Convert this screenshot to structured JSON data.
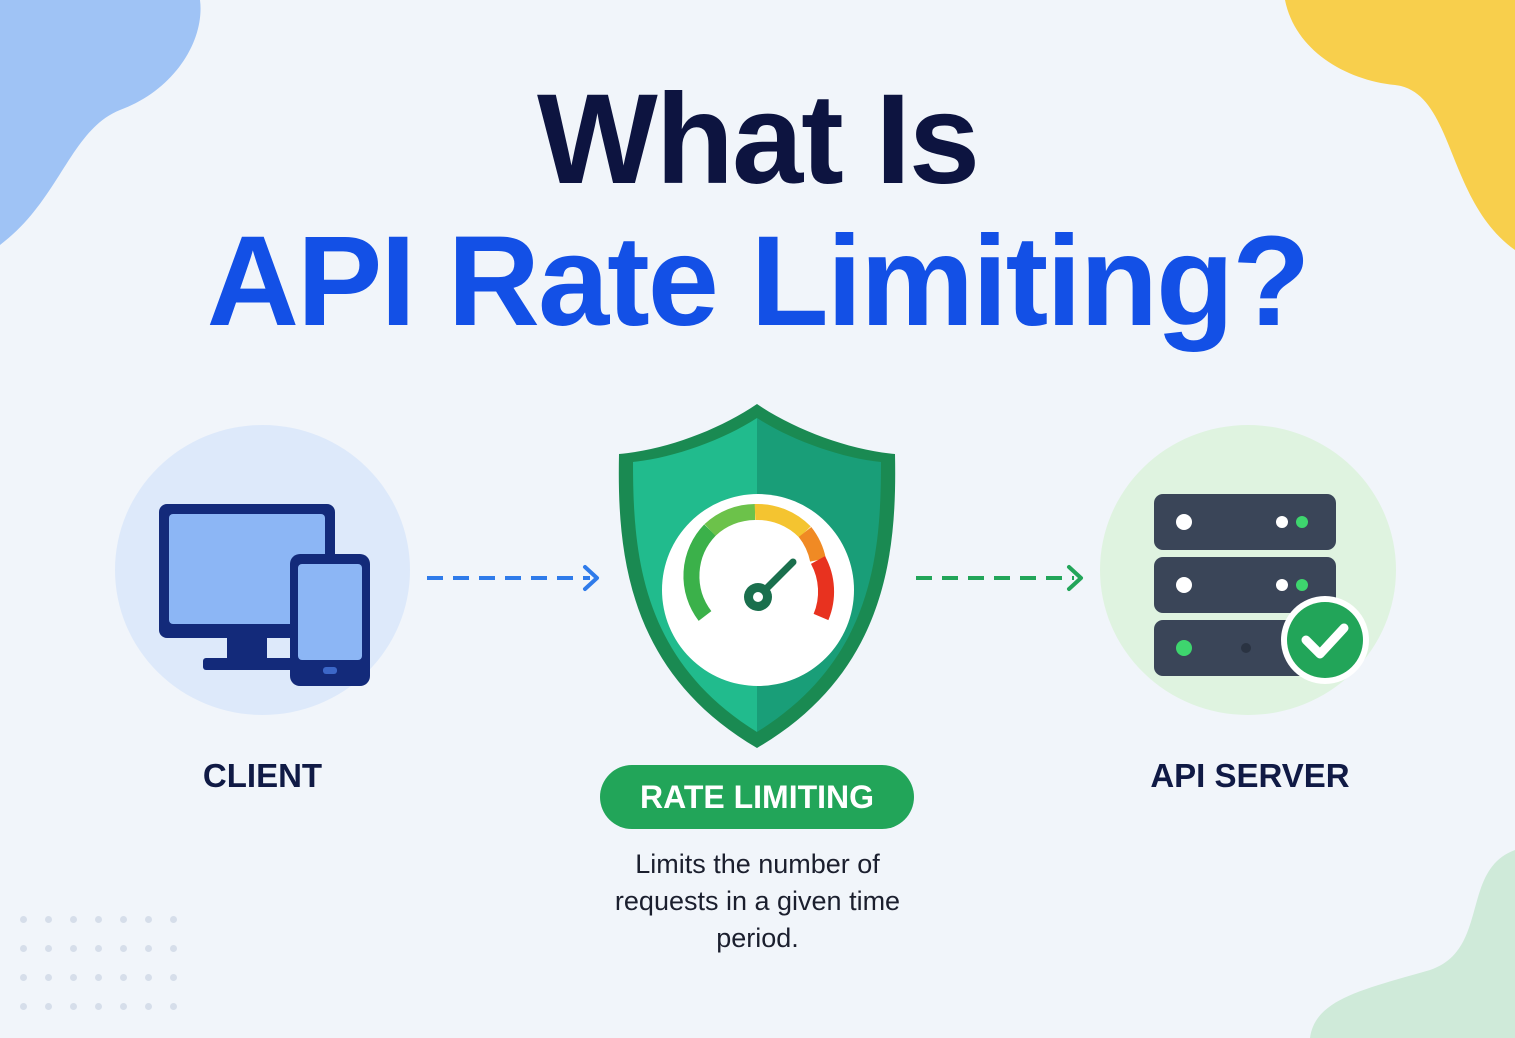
{
  "title": {
    "line1": "What Is",
    "line2": "API Rate Limiting?"
  },
  "nodes": {
    "client": {
      "label": "CLIENT",
      "icon": "devices-icon"
    },
    "rate_limiter": {
      "label": "RATE LIMITING",
      "description": "Limits the number of requests in a given time period.",
      "icon": "shield-speedometer-icon"
    },
    "server": {
      "label": "API SERVER",
      "icon": "server-check-icon"
    }
  },
  "colors": {
    "title_dark": "#0d1440",
    "title_accent": "#1350e6",
    "client_arrow": "#2f7bea",
    "server_arrow": "#22a559",
    "shield_green": "#1ea574",
    "server_dark": "#3a4558",
    "check_green": "#22a559"
  }
}
